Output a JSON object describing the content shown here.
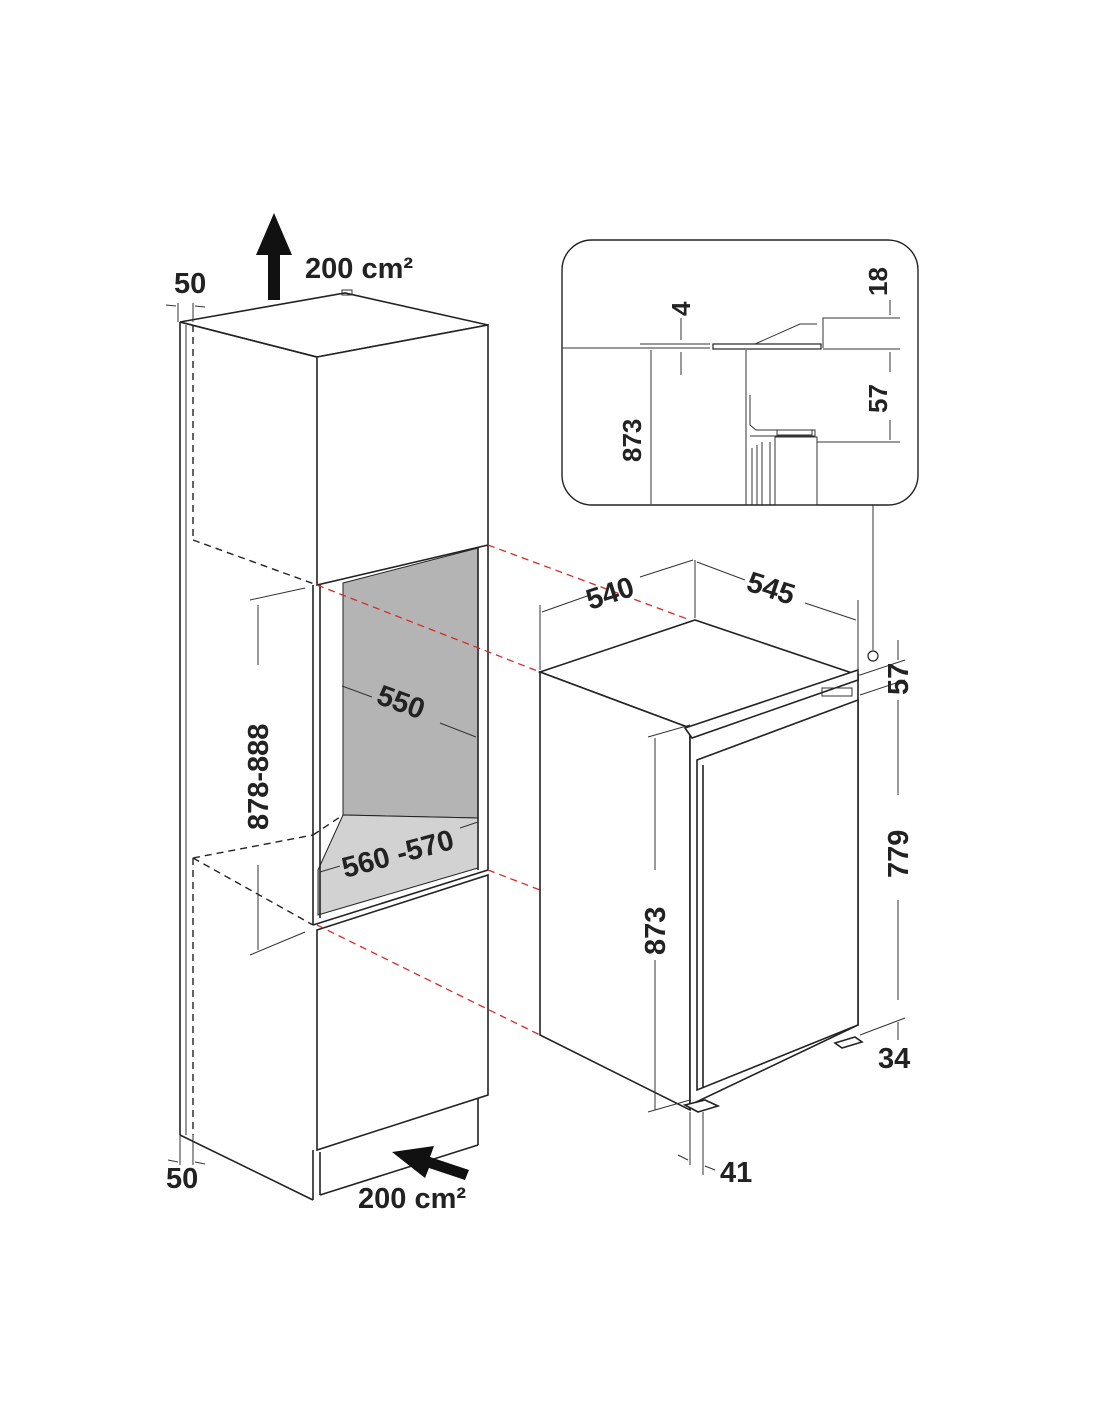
{
  "diagram": {
    "cabinet": {
      "vent_top": "200 cm²",
      "vent_bottom": "200 cm²",
      "gap_top": "50",
      "gap_bottom": "50",
      "niche_height": "878-888",
      "niche_depth": "550",
      "niche_width": "560 -570"
    },
    "appliance": {
      "width": "540",
      "depth": "545",
      "height": "873",
      "top_offset": "57",
      "door_height": "779",
      "bottom_offset": "34",
      "door_thickness": "41"
    },
    "detail": {
      "height": "873",
      "gap": "4",
      "panel": "18",
      "offset": "57"
    },
    "colors": {
      "line": "#222222",
      "guide": "#d42a2a",
      "niche_back": "#b4b4b4",
      "niche_floor": "#d2d2d2"
    }
  }
}
